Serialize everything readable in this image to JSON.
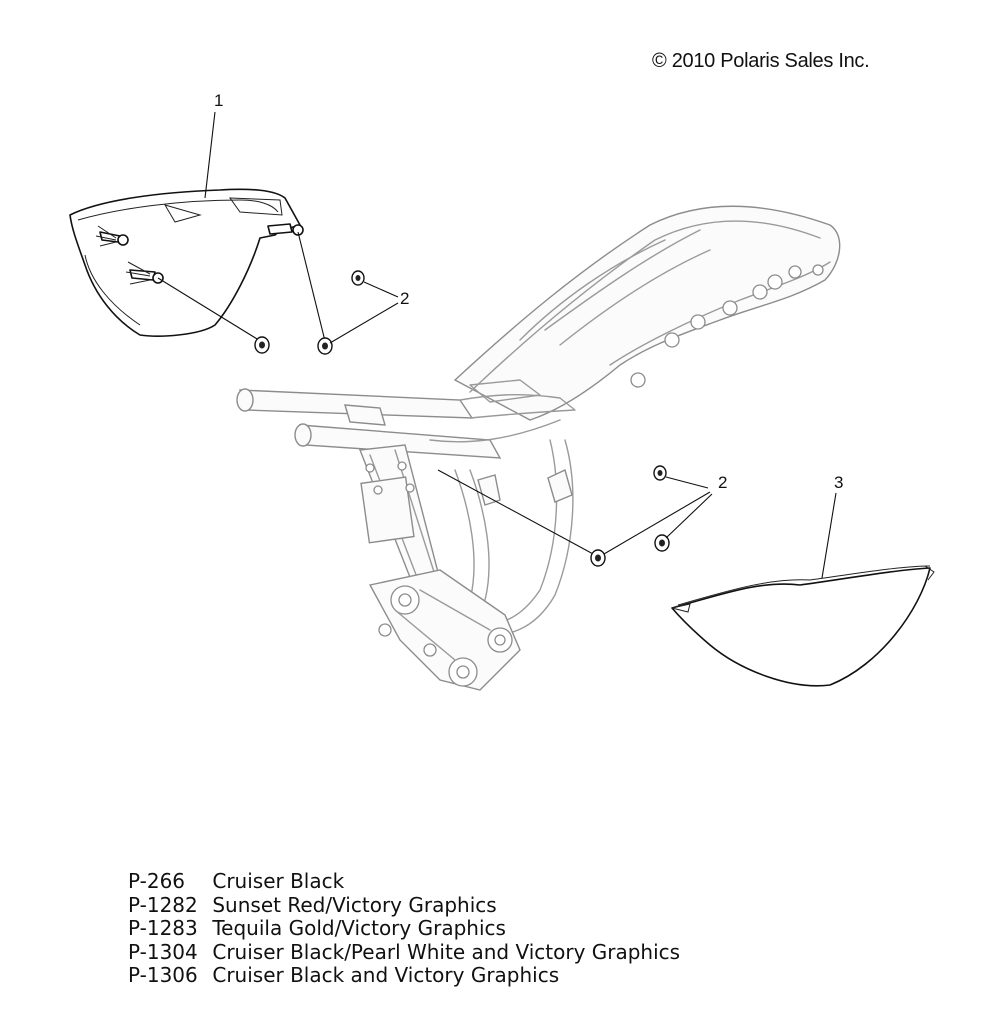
{
  "copyright": "© 2010 Polaris Sales Inc.",
  "callouts": [
    {
      "id": "1",
      "text": "1"
    },
    {
      "id": "2a",
      "text": "2"
    },
    {
      "id": "2b",
      "text": "2"
    },
    {
      "id": "3",
      "text": "3"
    }
  ],
  "legend": [
    {
      "code": "P-266",
      "description": "Cruiser Black"
    },
    {
      "code": "P-1282",
      "description": "Sunset Red/Victory Graphics"
    },
    {
      "code": "P-1283",
      "description": "Tequila Gold/Victory Graphics"
    },
    {
      "code": "P-1304",
      "description": "Cruiser Black/Pearl White and Victory Graphics"
    },
    {
      "code": "P-1306",
      "description": "Cruiser Black and Victory Graphics"
    }
  ]
}
